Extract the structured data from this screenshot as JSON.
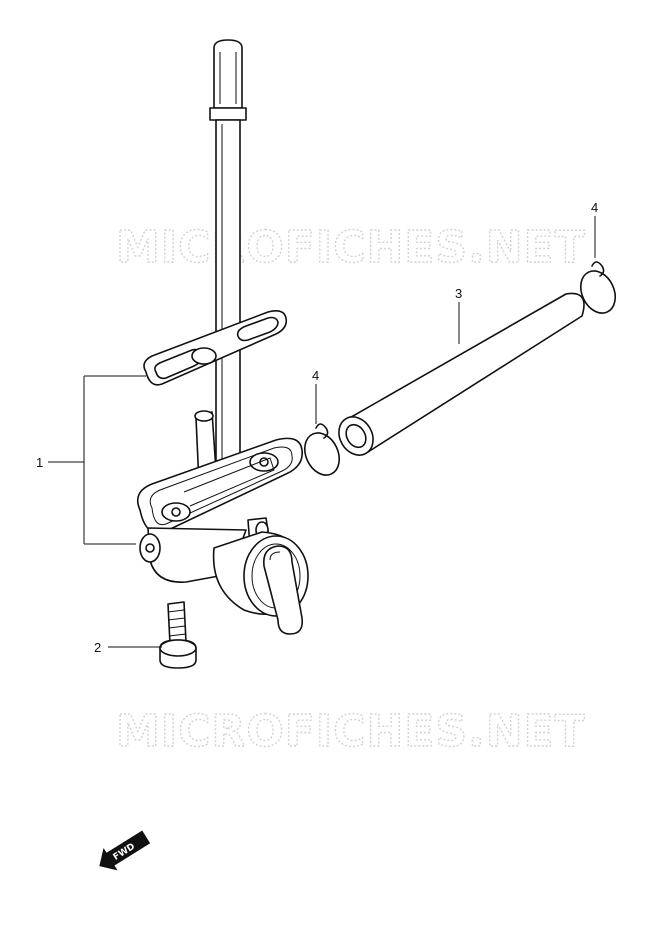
{
  "watermark": {
    "top": "MICROFICHES.NET",
    "bottom": "MICROFICHES.NET"
  },
  "callouts": {
    "one": "1",
    "two": "2",
    "three": "3",
    "four_left": "4",
    "four_right": "4"
  },
  "fwd_label": "FWD",
  "icons": [
    "fwd-arrow-icon"
  ]
}
